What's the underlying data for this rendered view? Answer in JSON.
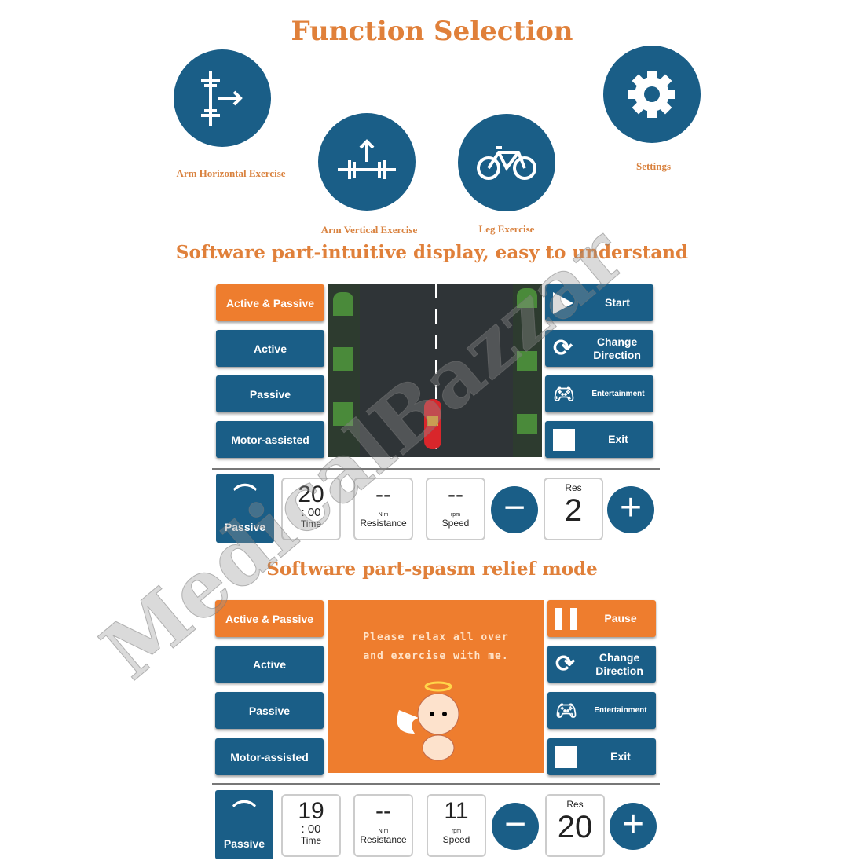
{
  "title": "Function Selection",
  "functions": [
    {
      "label": "Arm Horizontal Exercise",
      "icon": "arm-horizontal-icon"
    },
    {
      "label": "Arm Vertical Exercise",
      "icon": "arm-vertical-icon"
    },
    {
      "label": "Leg Exercise",
      "icon": "bicycle-icon"
    },
    {
      "label": "Settings",
      "icon": "gear-icon"
    }
  ],
  "section1": "Software part-intuitive display, easy to understand",
  "section2": "Software part-spasm relief mode",
  "modes": [
    "Active & Passive",
    "Active",
    "Passive",
    "Motor-assisted"
  ],
  "panel1": {
    "right": [
      {
        "label": "Start",
        "icon": "play-icon"
      },
      {
        "label": "Change Direction",
        "icon": "refresh-icon"
      },
      {
        "label": "Entertainment",
        "icon": "gamepad-icon"
      },
      {
        "label": "Exit",
        "icon": "stop-icon"
      }
    ],
    "mode": "Passive",
    "time_min": "20",
    "time_sec": ": 00",
    "time_label": "Time",
    "resistance": "--",
    "resistance_unit": "N.m",
    "resistance_label": "Resistance",
    "speed": "--",
    "speed_unit": "rpm",
    "speed_label": "Speed",
    "res_label": "Res",
    "res_value": "2"
  },
  "panel2": {
    "right": [
      {
        "label": "Pause",
        "icon": "pause-icon"
      },
      {
        "label": "Change Direction",
        "icon": "refresh-icon"
      },
      {
        "label": "Entertainment",
        "icon": "gamepad-icon"
      },
      {
        "label": "Exit",
        "icon": "stop-icon"
      }
    ],
    "message": "Please relax all over and exercise with me.",
    "mode": "Passive",
    "time_min": "19",
    "time_sec": ": 00",
    "time_label": "Time",
    "resistance": "--",
    "resistance_unit": "N.m",
    "resistance_label": "Resistance",
    "speed": "11",
    "speed_unit": "rpm",
    "speed_label": "Speed",
    "res_label": "Res",
    "res_value": "20"
  },
  "watermark": "MedicalBazzar",
  "colors": {
    "blue": "#1a5e87",
    "orange": "#ee7d2e"
  }
}
